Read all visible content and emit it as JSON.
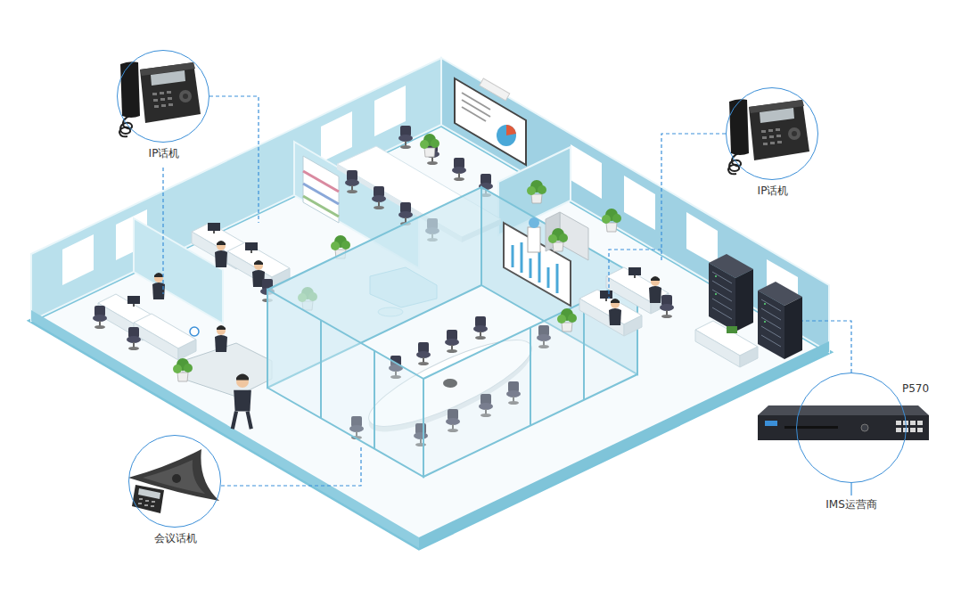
{
  "diagram": {
    "nodes": [
      {
        "text": [
          "IP话机"
        ]
      },
      {
        "text": [
          "IP话机"
        ]
      },
      {
        "text": [
          "会议话机"
        ]
      },
      {
        "text": [
          "P570"
        ]
      }
    ],
    "labels": [
      "IMS运营商"
    ]
  }
}
